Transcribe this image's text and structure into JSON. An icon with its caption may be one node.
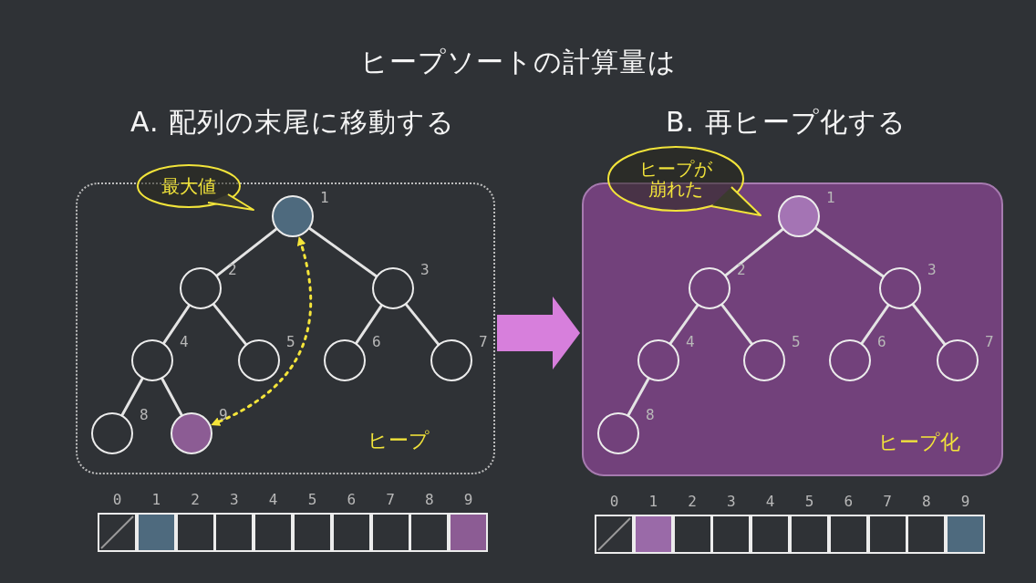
{
  "diagram": {
    "title": "ヒープソートの計算量は",
    "nodes": [
      {
        "text": [
          "A. 配列の末尾に移動する",
          "ヒープ"
        ]
      },
      {
        "text": [
          "最大値"
        ]
      },
      {
        "text": [],
        "shape": "circle",
        "beside": [
          "1"
        ],
        "in": 0
      },
      {
        "text": [],
        "shape": "circle",
        "beside": [
          "2"
        ],
        "in": 0
      },
      {
        "text": [],
        "shape": "circle",
        "beside": [
          "3"
        ],
        "in": 0
      },
      {
        "text": [],
        "shape": "circle",
        "beside": [
          "4"
        ],
        "in": 0
      },
      {
        "text": [],
        "shape": "circle",
        "beside": [
          "5"
        ],
        "in": 0
      },
      {
        "text": [],
        "shape": "circle",
        "beside": [
          "6"
        ],
        "in": 0
      },
      {
        "text": [],
        "shape": "circle",
        "beside": [
          "7"
        ],
        "in": 0
      },
      {
        "text": [],
        "shape": "circle",
        "beside": [
          "8"
        ],
        "in": 0
      },
      {
        "text": [],
        "shape": "circle",
        "beside": [
          "9"
        ],
        "in": 0
      },
      {
        "text": [],
        "shape": "box"
      },
      {
        "text": [],
        "shape": "box"
      },
      {
        "text": [],
        "shape": "box"
      },
      {
        "text": [],
        "shape": "box"
      },
      {
        "text": [],
        "shape": "box"
      },
      {
        "text": [],
        "shape": "box"
      },
      {
        "text": [],
        "shape": "box"
      },
      {
        "text": [],
        "shape": "box"
      },
      {
        "text": [],
        "shape": "box"
      },
      {
        "text": [],
        "shape": "box"
      },
      {
        "text": [
          "B. 再ヒープ化する",
          "ヒープ化"
        ]
      },
      {
        "text": [
          "ヒープが崩れた"
        ]
      },
      {
        "text": [],
        "shape": "circle",
        "beside": [
          "1"
        ],
        "in": 21
      },
      {
        "text": [],
        "shape": "circle",
        "beside": [
          "2"
        ],
        "in": 21
      },
      {
        "text": [],
        "shape": "circle",
        "beside": [
          "3"
        ],
        "in": 21
      },
      {
        "text": [],
        "shape": "circle",
        "beside": [
          "4"
        ],
        "in": 21
      },
      {
        "text": [],
        "shape": "circle",
        "beside": [
          "5"
        ],
        "in": 21
      },
      {
        "text": [],
        "shape": "circle",
        "beside": [
          "6"
        ],
        "in": 21
      },
      {
        "text": [],
        "shape": "circle",
        "beside": [
          "7"
        ],
        "in": 21
      },
      {
        "text": [],
        "shape": "circle",
        "beside": [
          "8"
        ],
        "in": 21
      },
      {
        "text": [],
        "shape": "box"
      },
      {
        "text": [],
        "shape": "box"
      },
      {
        "text": [],
        "shape": "box"
      },
      {
        "text": [],
        "shape": "box"
      },
      {
        "text": [],
        "shape": "box"
      },
      {
        "text": [],
        "shape": "box"
      },
      {
        "text": [],
        "shape": "box"
      },
      {
        "text": [],
        "shape": "box"
      },
      {
        "text": [],
        "shape": "box"
      },
      {
        "text": [],
        "shape": "box"
      }
    ],
    "edges": [
      {
        "from": 2,
        "to": 3,
        "arrow": "none"
      },
      {
        "from": 2,
        "to": 4,
        "arrow": "none"
      },
      {
        "from": 3,
        "to": 5,
        "arrow": "none"
      },
      {
        "from": 3,
        "to": 6,
        "arrow": "none"
      },
      {
        "from": 4,
        "to": 7,
        "arrow": "none"
      },
      {
        "from": 4,
        "to": 8,
        "arrow": "none"
      },
      {
        "from": 5,
        "to": 9,
        "arrow": "none"
      },
      {
        "from": 5,
        "to": 10,
        "arrow": "none"
      },
      {
        "from": 10,
        "to": 2,
        "arrow": "both",
        "style": "dashed",
        "color": "#f5e53a"
      },
      {
        "from": 0,
        "to": 21,
        "arrow": "to",
        "style": "thick",
        "color": "#d77fdc"
      },
      {
        "from": 23,
        "to": 24,
        "arrow": "none"
      },
      {
        "from": 23,
        "to": 25,
        "arrow": "none"
      },
      {
        "from": 24,
        "to": 26,
        "arrow": "none"
      },
      {
        "from": 24,
        "to": 27,
        "arrow": "none"
      },
      {
        "from": 25,
        "to": 28,
        "arrow": "none"
      },
      {
        "from": 25,
        "to": 29,
        "arrow": "none"
      },
      {
        "from": 26,
        "to": 30,
        "arrow": "none"
      }
    ],
    "labels": [
      "0",
      "1",
      "2",
      "3",
      "4",
      "5",
      "6",
      "7",
      "8",
      "9",
      "0",
      "1",
      "2",
      "3",
      "4",
      "5",
      "6",
      "7",
      "8",
      "9"
    ]
  }
}
